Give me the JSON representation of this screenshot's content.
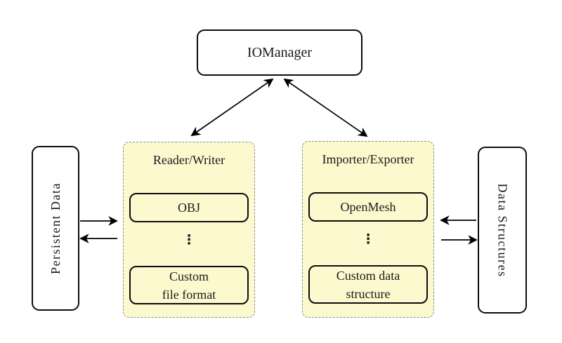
{
  "nodes": {
    "iomanager": {
      "label": "IOManager"
    },
    "persistent_data": {
      "label": "Persistent Data"
    },
    "data_structures": {
      "label": "Data Structures"
    },
    "reader_writer": {
      "title": "Reader/Writer",
      "items": [
        "OBJ",
        "Custom\nfile format"
      ],
      "ellipsis": "⋮"
    },
    "importer_exporter": {
      "title": "Importer/Exporter",
      "items": [
        "OpenMesh",
        "Custom data\nstructure"
      ],
      "ellipsis": "⋮"
    }
  },
  "colors": {
    "background": "#ffffff",
    "node_fill": "#ffffff",
    "node_border": "#0c0c0c",
    "panel_fill": "#fcf9cf",
    "panel_border": "#8c8c8c",
    "arrow": "#000000"
  }
}
